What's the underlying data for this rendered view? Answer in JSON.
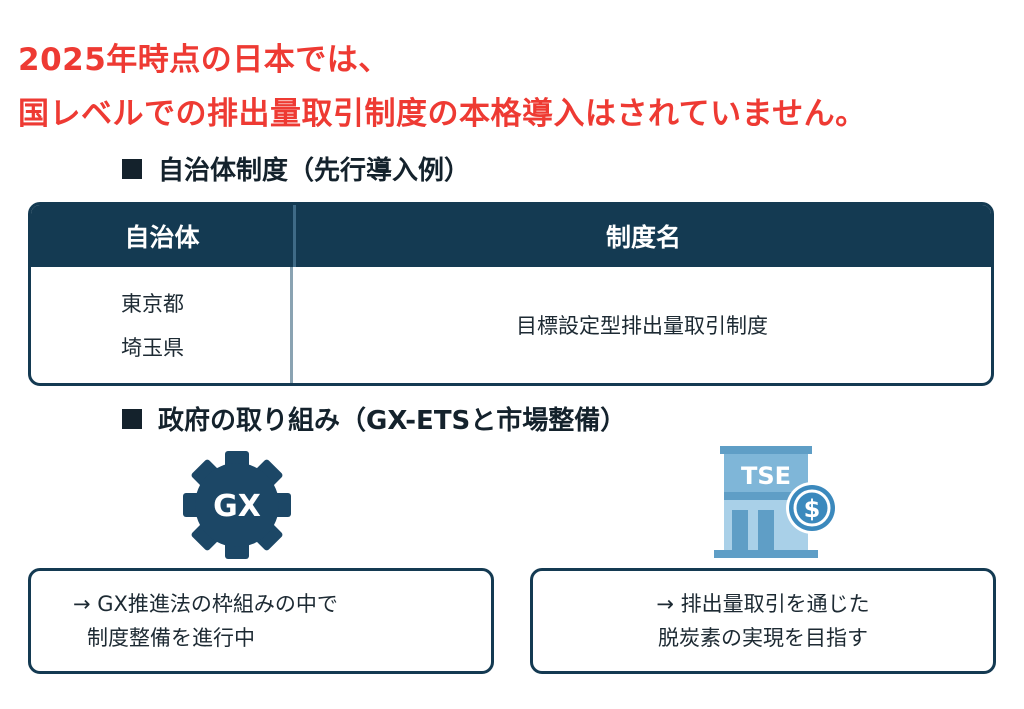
{
  "headline": {
    "line1": "2025年時点の日本では、",
    "line2": "国レベルでの排出量取引制度の本格導入はされていません。"
  },
  "section1": {
    "title": "自治体制度（先行導入例）",
    "table": {
      "headers": [
        "自治体",
        "制度名"
      ],
      "municipalities": [
        "東京都",
        "埼玉県"
      ],
      "system_name": "目標設定型排出量取引制度"
    }
  },
  "section2": {
    "title": "政府の取り組み（GX-ETSと市場整備）",
    "gear_icon_label": "GX",
    "building_icon_label": "TSE",
    "card_left": {
      "line1": "→ GX推進法の枠組みの中で",
      "line2": "制度整備を進行中"
    },
    "card_right": {
      "line1": "→ 排出量取引を通じた",
      "line2": "脱炭素の実現を目指す"
    }
  },
  "colors": {
    "headline": "#ee3a33",
    "navy": "#143a52",
    "gear": "#1c4766",
    "building": "#7fb6d8"
  }
}
